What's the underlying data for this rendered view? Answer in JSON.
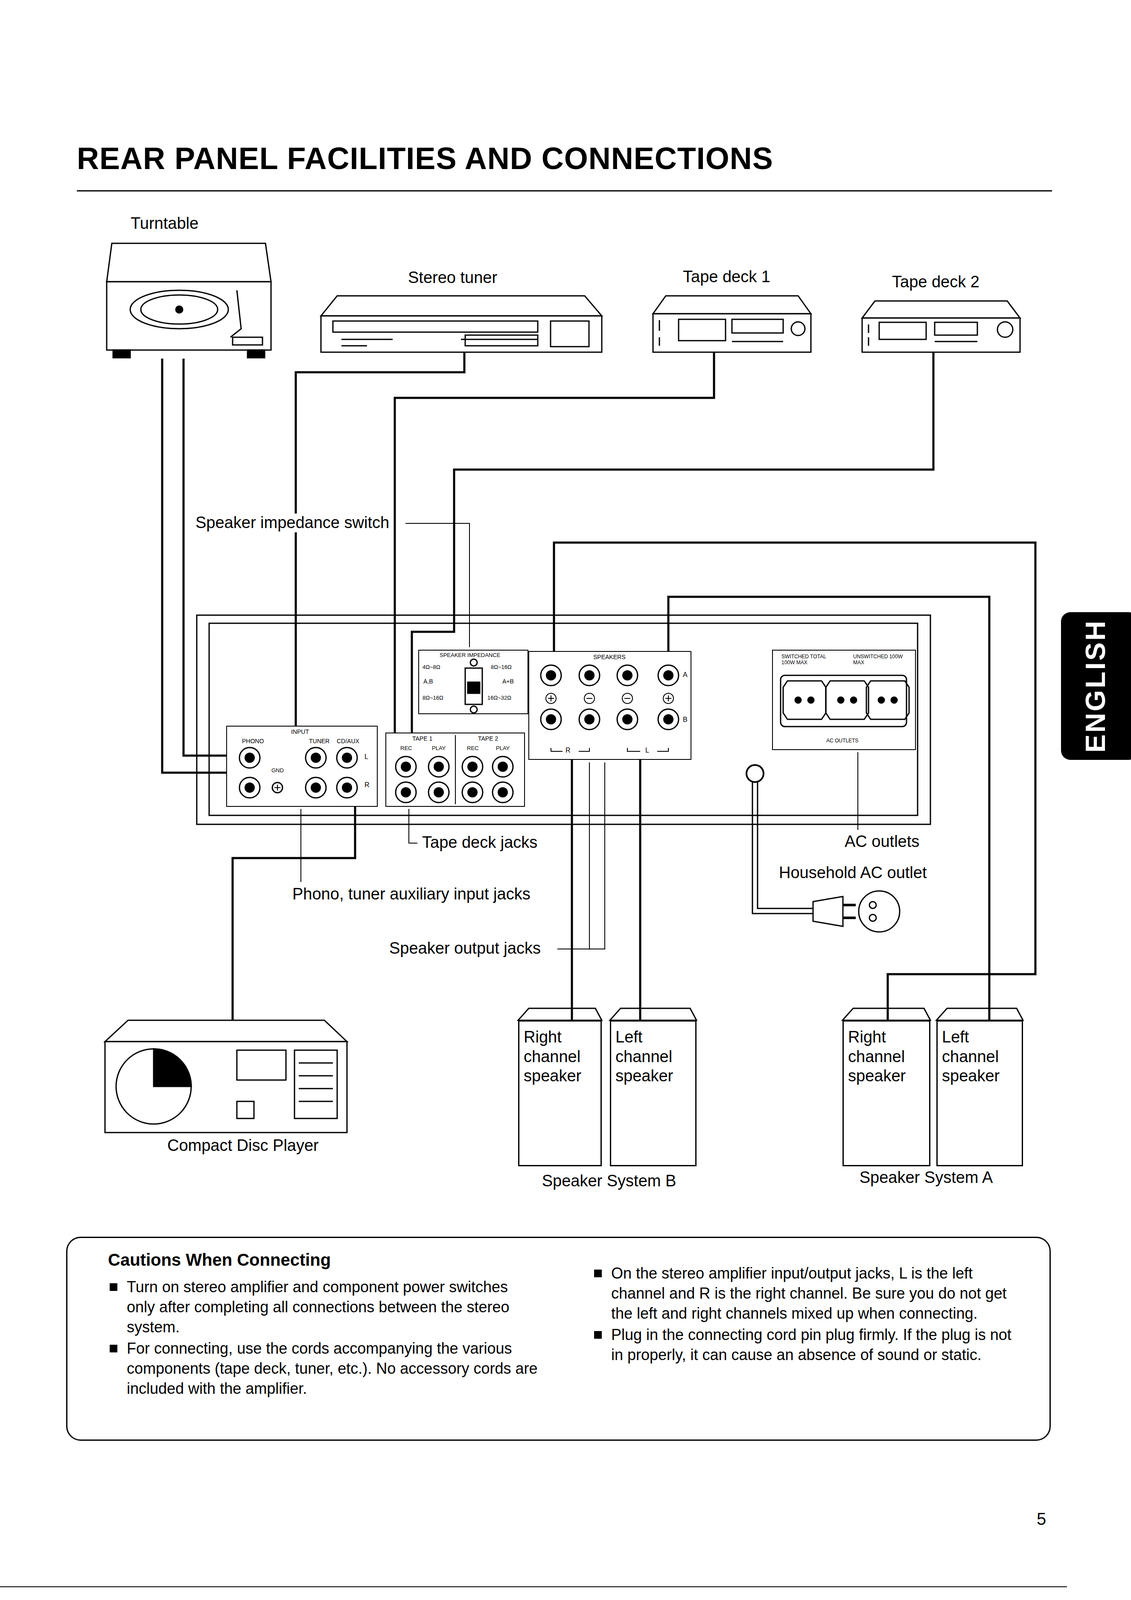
{
  "diagram": {
    "title": "REAR PANEL FACILITIES AND CONNECTIONS",
    "nodes": [
      {
        "text": [
          "Turntable"
        ]
      },
      {
        "text": [
          "Stereo tuner"
        ]
      },
      {
        "text": [
          "Tape deck 1"
        ]
      },
      {
        "text": [
          "Tape deck 2"
        ]
      },
      {
        "text": [
          "INPUT",
          "PHONO",
          "GND",
          "TUNER",
          "CD/AUX",
          "L",
          "R"
        ]
      },
      {
        "text": [
          "TAPE 1",
          "TAPE 2",
          "REC",
          "PLAY",
          "REC",
          "PLAY"
        ]
      },
      {
        "text": [
          "SPEAKER IMPEDANCE",
          "A,B",
          "A+B",
          "4Ω~8Ω",
          "8Ω~16Ω",
          "8Ω~16Ω",
          "16Ω~32Ω"
        ]
      },
      {
        "text": [
          "SPEAKERS",
          "A",
          "B",
          "R",
          "L"
        ]
      },
      {
        "text": [
          "SWITCHED TOTAL 100W MAX",
          "UNSWITCHED 100W MAX",
          "AC OUTLETS"
        ]
      },
      {
        "text": [
          "Compact Disc Player"
        ]
      },
      {
        "text": [
          "Right channel speaker"
        ]
      },
      {
        "text": [
          "Left channel speaker"
        ]
      },
      {
        "text": [
          "Right channel speaker"
        ]
      },
      {
        "text": [
          "Left channel speaker"
        ]
      },
      {
        "text": [
          "Cautions When Connecting",
          "Turn on stereo amplifier and component power switches only after completing all connections between the stereo system.",
          "For connecting, use the cords accompanying the various components (tape deck, tuner, etc.). No accessory cords are included with the amplifier.",
          "On the stereo amplifier input/output jacks, L is the left channel and R is the right channel. Be sure you do not get the left and right channels mixed up when connecting.",
          "Plug in the connecting cord pin plug firmly. If the plug is not in properly, it can cause an absence of sound or static."
        ]
      }
    ],
    "edges": [
      {
        "from": 0,
        "to": 4,
        "arrow": "none"
      },
      {
        "from": 1,
        "to": 4,
        "arrow": "none"
      },
      {
        "from": 2,
        "to": 5,
        "arrow": "none"
      },
      {
        "from": 3,
        "to": 5,
        "arrow": "none"
      },
      {
        "from": 9,
        "to": 4,
        "arrow": "none"
      },
      {
        "from": 7,
        "to": 10,
        "arrow": "none"
      },
      {
        "from": 7,
        "to": 11,
        "arrow": "none"
      },
      {
        "from": 7,
        "to": 12,
        "arrow": "none"
      },
      {
        "from": 7,
        "to": 13,
        "arrow": "none"
      }
    ],
    "labels": [
      "Speaker impedance switch",
      "Tape deck jacks",
      "Phono, tuner auxiliary input jacks",
      "Speaker output jacks",
      "AC outlets",
      "Household AC outlet",
      "Speaker System B",
      "Speaker System A",
      "ENGLISH",
      "5"
    ]
  }
}
